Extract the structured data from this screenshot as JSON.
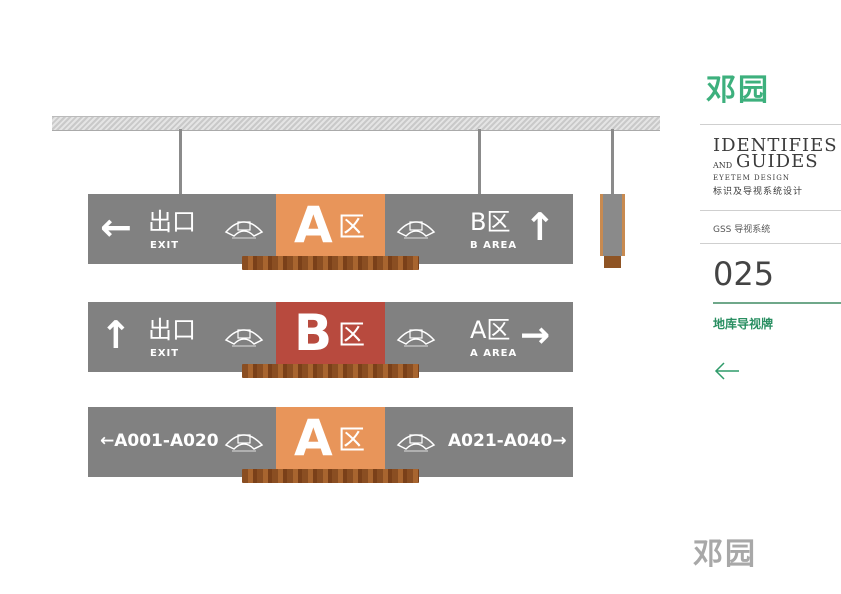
{
  "brand": {
    "name": "邓园",
    "color": "#3db07d",
    "footer_color": "#a8a8a8"
  },
  "header": {
    "title_line1": "IDENTIFIES",
    "title_and": "AND",
    "title_line2": "GUIDES",
    "subtitle_en": "EYETEM DESIGN",
    "subtitle_cn": "标识及导视系统设计",
    "section_label": "GSS 导视系统",
    "page_number": "025",
    "category": "地库导视牌",
    "back_icon": "arrow-left-icon"
  },
  "signs": [
    {
      "left_arrow": "←",
      "left_cn": "出口",
      "left_en": "EXIT",
      "center_letter": "A",
      "center_zone": "区",
      "center_color": "#e8955a",
      "right_cn": "B区",
      "right_en": "B AREA",
      "right_arrow": "↑"
    },
    {
      "left_arrow": "↑",
      "left_cn": "出口",
      "left_en": "EXIT",
      "center_letter": "B",
      "center_zone": "区",
      "center_color": "#b84a3e",
      "right_cn": "A区",
      "right_en": "A AREA",
      "right_arrow": "→"
    },
    {
      "left_range": "←A001-A020",
      "center_letter": "A",
      "center_zone": "区",
      "center_color": "#e8955a",
      "right_range": "A021-A040→"
    }
  ],
  "colors": {
    "sign_gray": "#818181",
    "wood": "#8f5424",
    "accent_green": "#2f9b6a"
  }
}
